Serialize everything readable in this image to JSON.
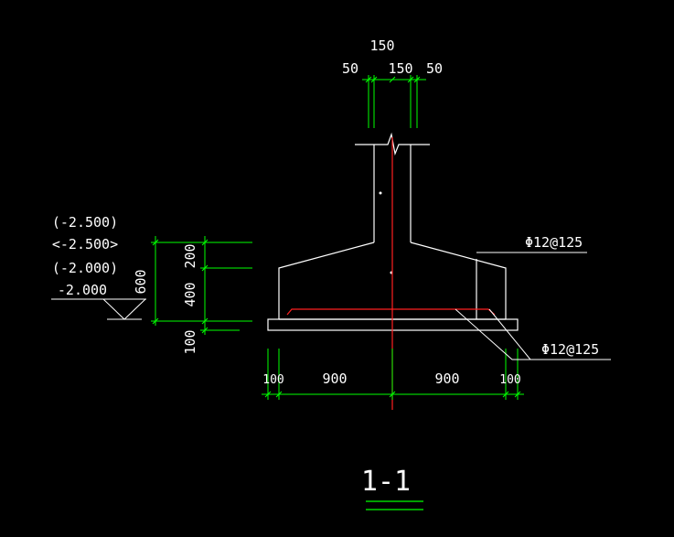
{
  "colors": {
    "background": "#000000",
    "outline": "#ffffff",
    "dimension": "#00ff00",
    "axis": "#ff2020",
    "rebar": "#ff2020"
  },
  "top_dims": {
    "overall": "150",
    "left": "50",
    "center": "150",
    "right": "50"
  },
  "elevations": {
    "e1": "(-2.500)",
    "e2": "<-2.500>",
    "e3": "(-2.000)",
    "e4": "-2.000"
  },
  "left_dims": {
    "total": "600",
    "upper": "200",
    "middle": "400",
    "bottom": "100"
  },
  "rebar_labels": {
    "upper": "Φ12@125",
    "lower": "Φ12@125"
  },
  "bottom_dims": {
    "left_edge": "100",
    "left_half": "900",
    "right_half": "900",
    "right_edge": "100"
  },
  "section_title": "1-1"
}
